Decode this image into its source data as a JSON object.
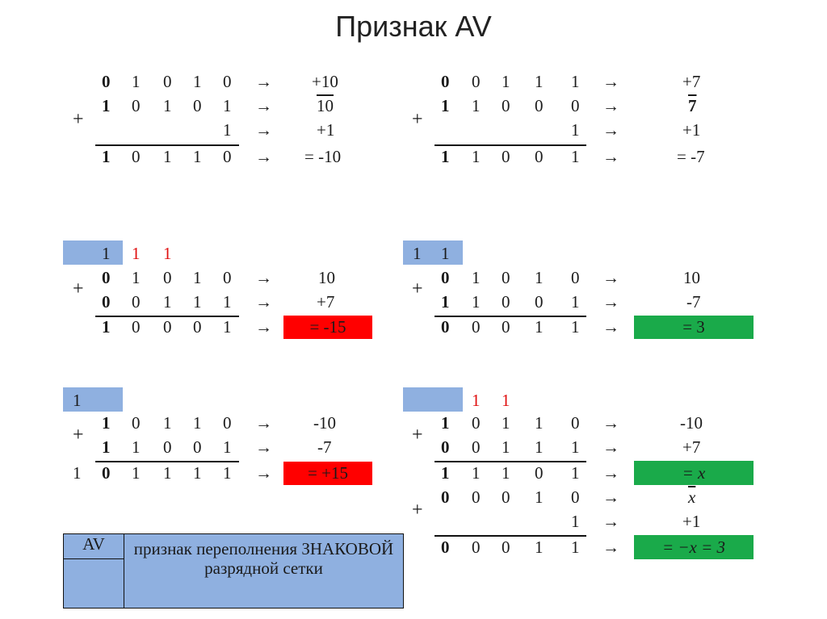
{
  "title": "Признак AV",
  "arrow": "→",
  "plus": "+",
  "ex1": {
    "r1": [
      "0",
      "1",
      "0",
      "1",
      "0"
    ],
    "v1": "+10",
    "r2": [
      "1",
      "0",
      "1",
      "0",
      "1"
    ],
    "v2": "10",
    "r3": [
      "1"
    ],
    "v3": "+1",
    "r4": [
      "1",
      "0",
      "1",
      "1",
      "0"
    ],
    "v4": "= -10"
  },
  "ex2": {
    "r1": [
      "0",
      "0",
      "1",
      "1",
      "1"
    ],
    "v1": "+7",
    "r2": [
      "1",
      "1",
      "0",
      "0",
      "0"
    ],
    "v2": "7",
    "r3": [
      "1"
    ],
    "v3": "+1",
    "r4": [
      "1",
      "1",
      "0",
      "0",
      "1"
    ],
    "v4": "= -7"
  },
  "ex3": {
    "carry": [
      "1",
      "1",
      "1"
    ],
    "r1": [
      "0",
      "1",
      "0",
      "1",
      "0"
    ],
    "v1": "10",
    "r2": [
      "0",
      "0",
      "1",
      "1",
      "1"
    ],
    "v2": "+7",
    "r3": [
      "1",
      "0",
      "0",
      "0",
      "1"
    ],
    "v3": "= -15"
  },
  "ex4": {
    "carry": [
      "1",
      "1"
    ],
    "r1": [
      "0",
      "1",
      "0",
      "1",
      "0"
    ],
    "v1": "10",
    "r2": [
      "1",
      "1",
      "0",
      "0",
      "1"
    ],
    "v2": "-7",
    "r3": [
      "0",
      "0",
      "0",
      "1",
      "1"
    ],
    "v3": "= 3"
  },
  "ex5": {
    "carry": [
      "1"
    ],
    "r1": [
      "1",
      "0",
      "1",
      "1",
      "0"
    ],
    "v1": "-10",
    "r2": [
      "1",
      "1",
      "0",
      "0",
      "1"
    ],
    "v2": "-7",
    "overflow": "1",
    "r3": [
      "0",
      "1",
      "1",
      "1",
      "1"
    ],
    "v3": "= +15"
  },
  "ex6": {
    "carry": [
      "1",
      "1"
    ],
    "r1": [
      "1",
      "0",
      "1",
      "1",
      "0"
    ],
    "v1": "-10",
    "r2": [
      "0",
      "0",
      "1",
      "1",
      "1"
    ],
    "v2": "+7",
    "r3": [
      "1",
      "1",
      "1",
      "0",
      "1"
    ],
    "v3": "= x",
    "r4": [
      "0",
      "0",
      "0",
      "1",
      "0"
    ],
    "v4": "x",
    "r5": [
      "1"
    ],
    "v5": "+1",
    "r6": [
      "0",
      "0",
      "0",
      "1",
      "1"
    ],
    "v6": "= −x = 3"
  },
  "legend": {
    "key": "AV",
    "description": "признак переполнения ЗНАКОВОЙ разрядной сетки"
  },
  "colors": {
    "blue": "#8fb0e0",
    "red": "#ff0000",
    "green": "#1aaa4a",
    "carry_red": "#e01010"
  }
}
